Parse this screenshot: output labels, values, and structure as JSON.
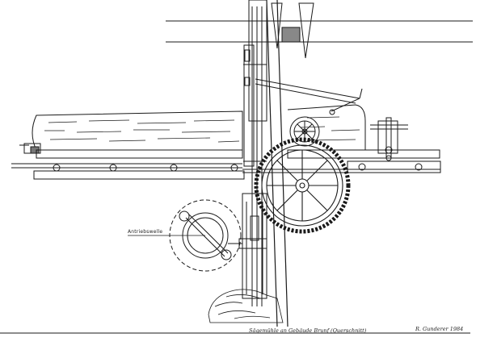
{
  "drawing": {
    "labels": {
      "drive_shaft": "Antriebswelle"
    },
    "caption": {
      "title": "Sägemühle an Gebäude Brunf (Querschnitt)",
      "signature": "R. Gunderer 1984"
    },
    "ink_color": "#1a1a1a",
    "paper_color": "#ffffff"
  }
}
